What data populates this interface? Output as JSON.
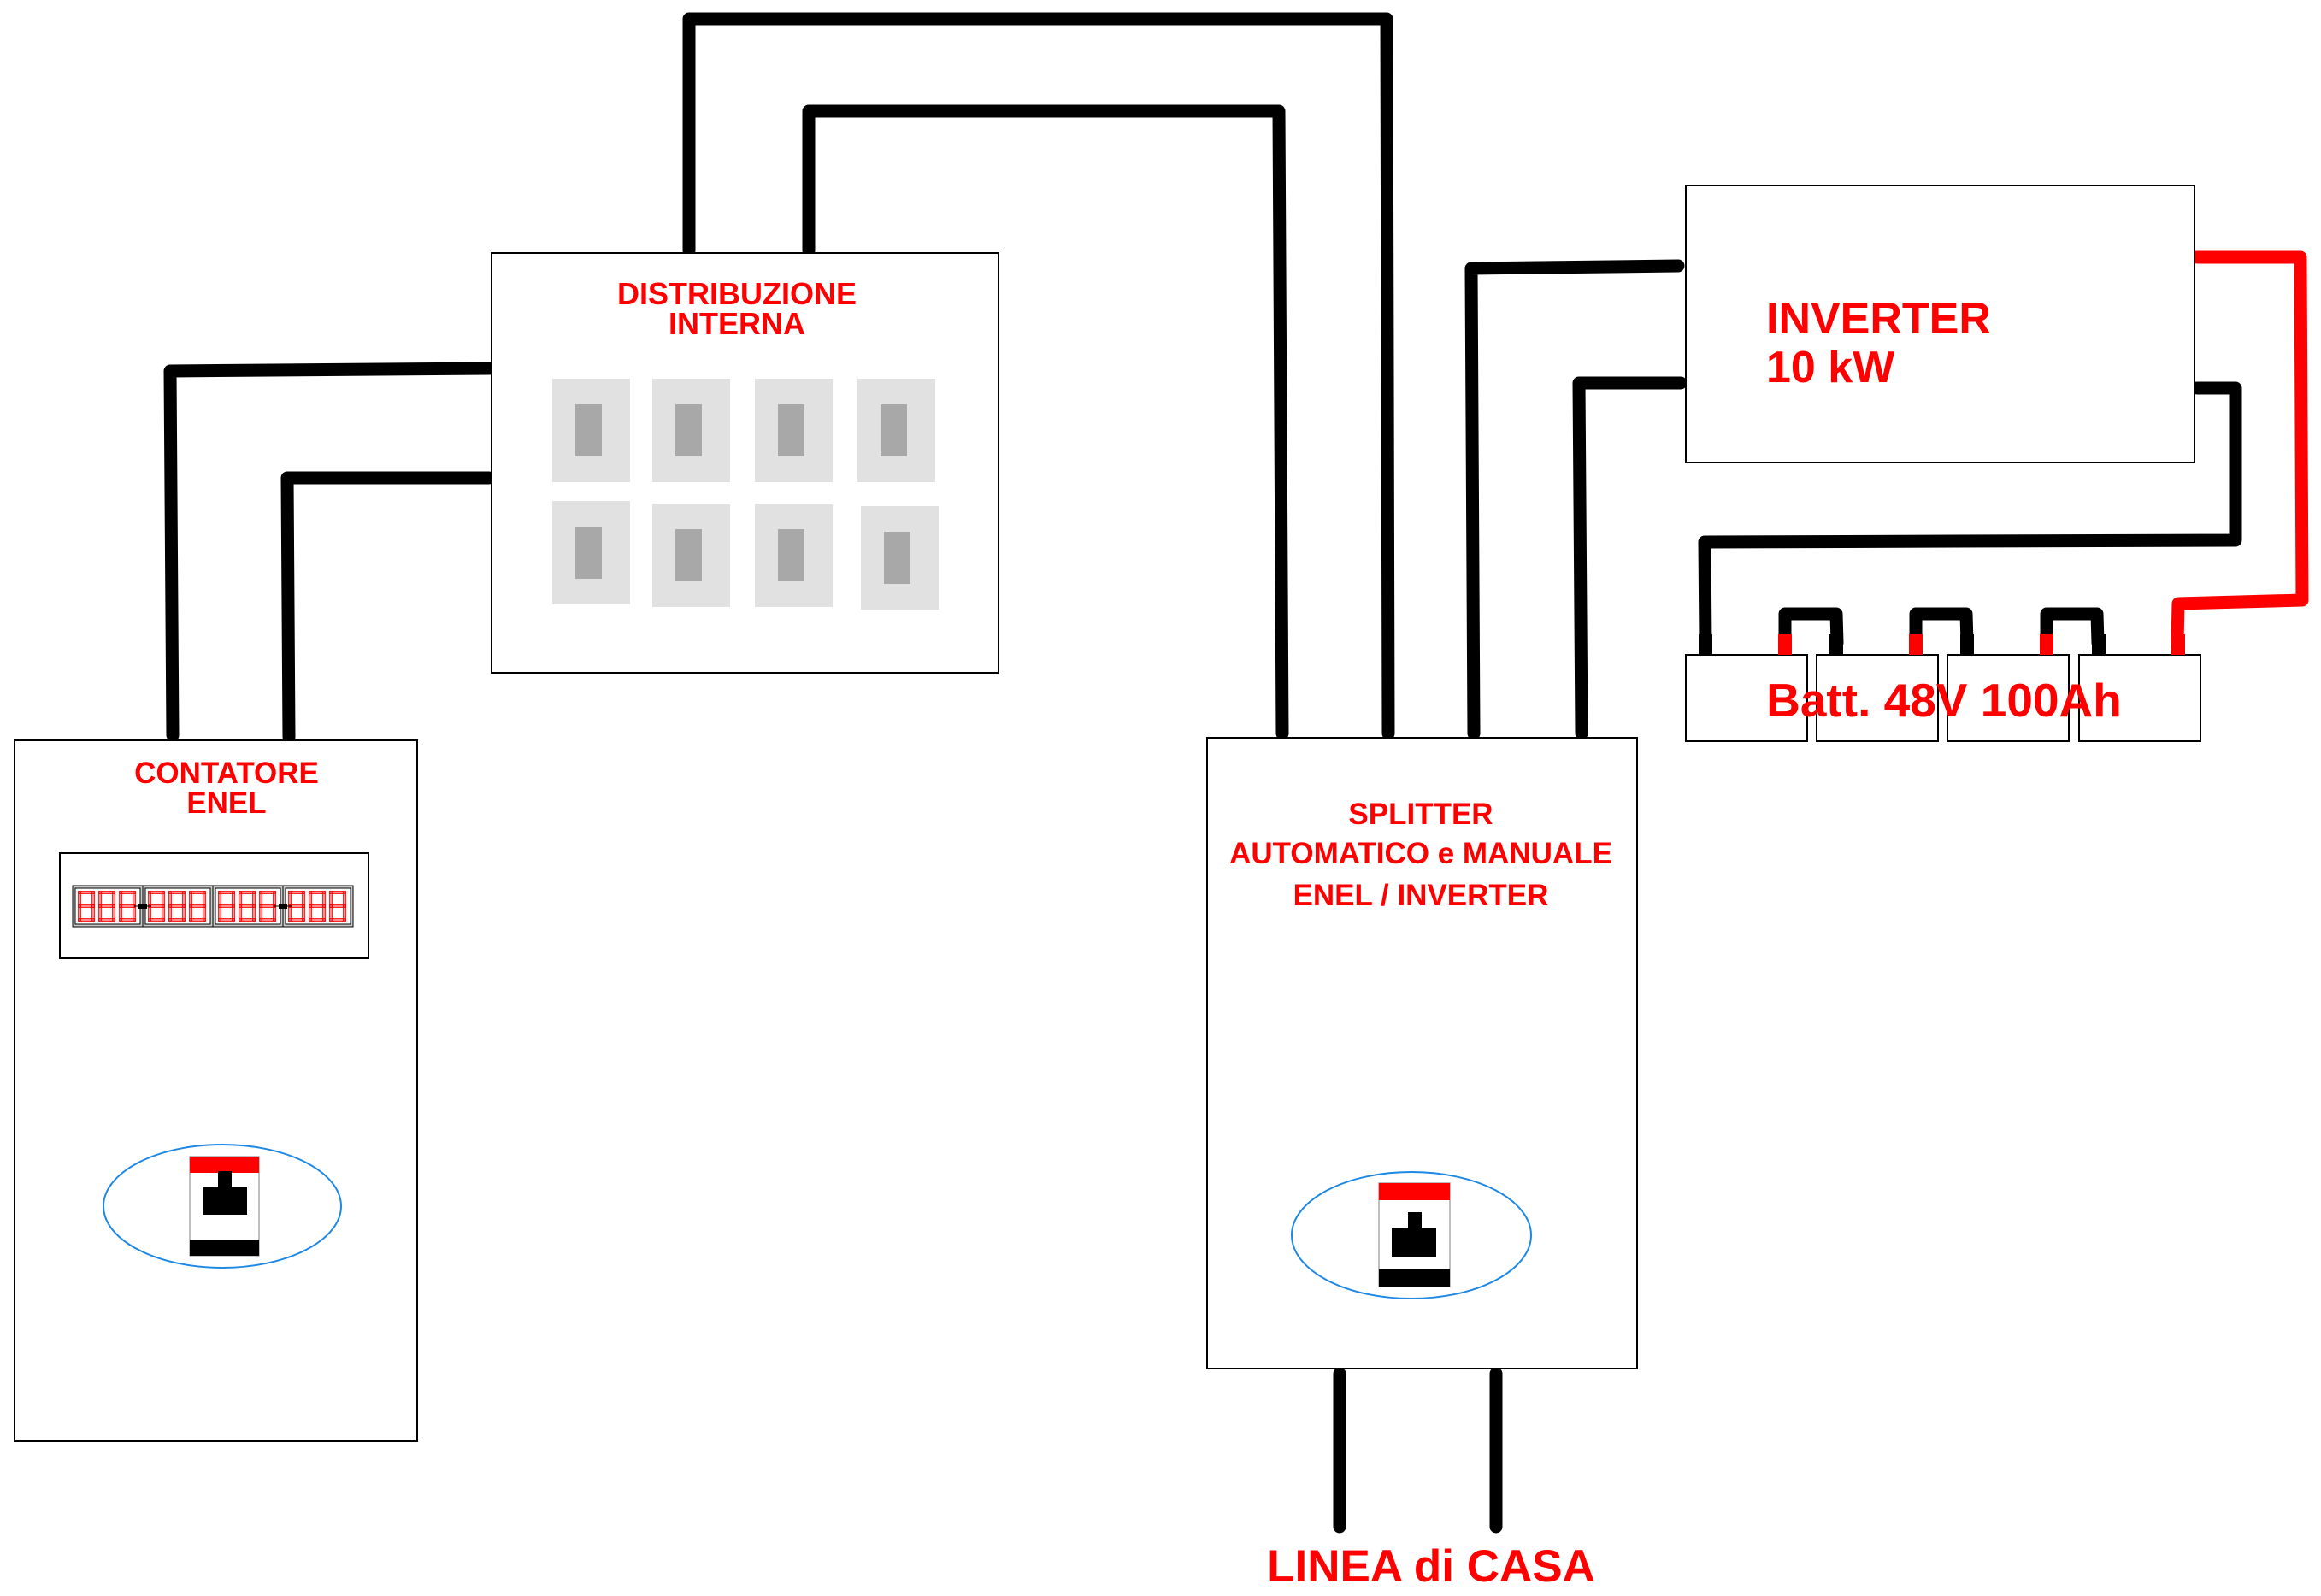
{
  "diagram": {
    "title": "Schema impianto inverter con batterie",
    "colors": {
      "label": "#ff0000",
      "wire_ac": "#000000",
      "wire_positive": "#ff0000",
      "breaker_module_outer": "#e1e1e1",
      "breaker_module_inner": "#a8a8a8",
      "switch_ellipse": "#1e88e5",
      "box_border": "#000000"
    },
    "components": {
      "meter": {
        "label_line1": "CONTATORE",
        "label_line2": "ENEL",
        "display_groups": [
          "888",
          "888",
          "888",
          "888"
        ],
        "switch_icon": "main-switch-icon"
      },
      "distribution": {
        "label_line1": "DISTRIBUZIONE",
        "label_line2": "INTERNA",
        "breaker_count": 8,
        "breaker_rows": 2,
        "breaker_icon": "circuit-breaker-icon"
      },
      "splitter": {
        "label_line1": "SPLITTER",
        "label_line2": "AUTOMATICO e MANUALE",
        "label_line3": "ENEL / INVERTER",
        "switch_icon": "main-switch-icon"
      },
      "inverter": {
        "label_line1": "INVERTER",
        "label_line2": "10 kW"
      },
      "battery_bank": {
        "label": "Batt. 48V 100Ah",
        "cell_count": 4,
        "series_jumpers": 3
      },
      "house_line": {
        "label": "LINEA di CASA"
      }
    },
    "connections": [
      {
        "from": "meter",
        "to": "distribution",
        "conductors": 2,
        "color": "black"
      },
      {
        "from": "distribution",
        "to": "splitter",
        "conductors": 2,
        "color": "black"
      },
      {
        "from": "inverter",
        "to": "splitter",
        "conductors": 2,
        "color": "black"
      },
      {
        "from": "inverter",
        "to": "battery_bank",
        "polarity": "positive",
        "color": "red"
      },
      {
        "from": "inverter",
        "to": "battery_bank",
        "polarity": "negative",
        "color": "black"
      },
      {
        "from": "splitter",
        "to": "house_line",
        "conductors": 2,
        "color": "black"
      }
    ]
  }
}
